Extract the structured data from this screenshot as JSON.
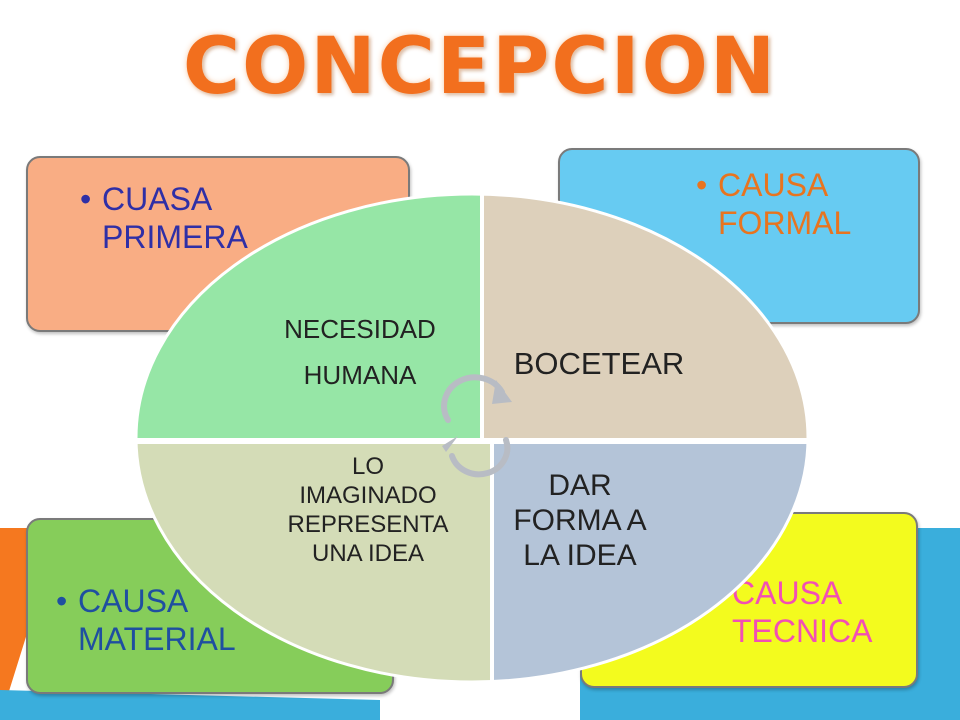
{
  "title": "CONCEPCION",
  "colors": {
    "title": "#f26f1e",
    "box_primera": "#f9ad84",
    "box_formal": "#67cbf2",
    "box_material": "#86cd5a",
    "box_tecnica": "#f3fb1e",
    "quad_necesidad": "#96e6a6",
    "quad_bocetear": "#ddd0bb",
    "quad_imaginado": "#d4dcb7",
    "quad_forma": "#b4c4d8"
  },
  "corner_boxes": {
    "top_left": {
      "bullet": "•",
      "line1": "CUASA",
      "line2": "PRIMERA"
    },
    "top_right": {
      "bullet": "•",
      "line1": "CAUSA",
      "line2": "FORMAL"
    },
    "bottom_left": {
      "bullet": "•",
      "line1": "CAUSA",
      "line2": "MATERIAL"
    },
    "bottom_right": {
      "line1": "CAUSA",
      "line2": "TECNICA"
    }
  },
  "quadrants": {
    "top_left": {
      "line1": "NECESIDAD",
      "line2": "HUMANA"
    },
    "top_right": {
      "line1": "BOCETEAR"
    },
    "bottom_left": {
      "line1": "LO",
      "line2": "IMAGINADO",
      "line3": "REPRESENTA",
      "line4": "UNA IDEA"
    },
    "bottom_right": {
      "line1": "DAR",
      "line2": "FORMA A",
      "line3": "LA IDEA"
    }
  },
  "center_icon": "cycle-arrows-icon"
}
